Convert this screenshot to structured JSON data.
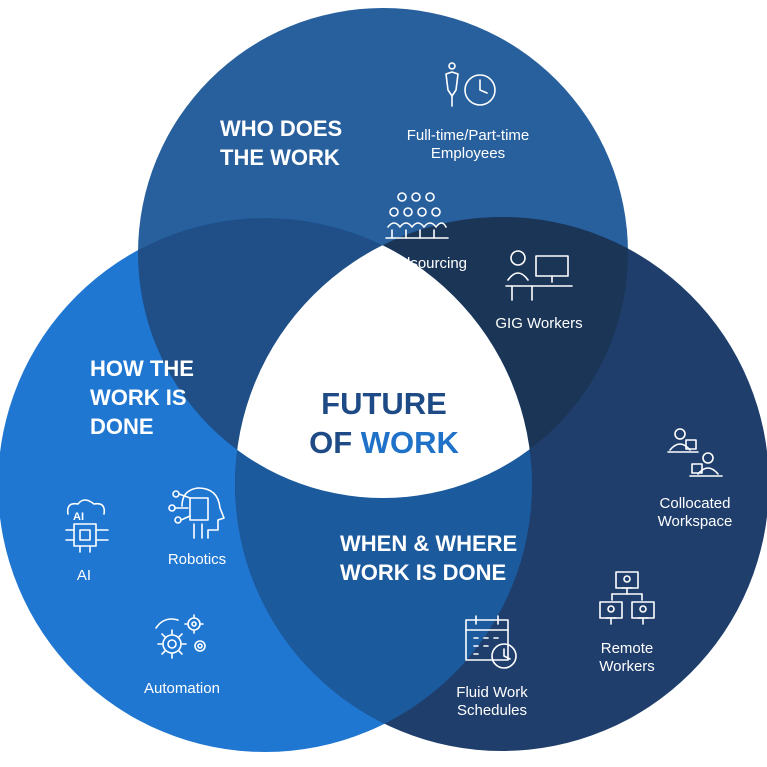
{
  "colors": {
    "top_circle": "#28609e",
    "left_circle": "#1f77d2",
    "bottom_circle": "#1f3e6c",
    "overlap_top_left": "#1f4f86",
    "overlap_top_bottom": "#1b3557",
    "overlap_left_bottom": "#1b5a9c",
    "center_text_dark": "#1e4b85",
    "center_text_accent": "#1f72c8"
  },
  "center": {
    "line1": "FUTURE",
    "line2_a": "OF",
    "line2_b": "WORK"
  },
  "top": {
    "heading_line1": "WHO DOES",
    "heading_line2": "THE WORK",
    "items": [
      {
        "label_line1": "Full-time/Part-time",
        "label_line2": "Employees",
        "icon": "person-clock-icon"
      },
      {
        "label_line1": "Crowdsourcing",
        "icon": "crowd-icon"
      },
      {
        "label_line1": "GIG Workers",
        "icon": "desk-worker-icon"
      }
    ]
  },
  "left": {
    "heading_line1": "HOW THE",
    "heading_line2": "WORK IS",
    "heading_line3": "DONE",
    "items": [
      {
        "label_line1": "AI",
        "icon": "ai-chip-icon"
      },
      {
        "label_line1": "Robotics",
        "icon": "robot-head-icon"
      },
      {
        "label_line1": "Automation",
        "icon": "gears-icon"
      }
    ]
  },
  "bottom": {
    "heading_line1": "WHEN & WHERE",
    "heading_line2": "WORK IS DONE",
    "items": [
      {
        "label_line1": "Collocated",
        "label_line2": "Workspace",
        "icon": "collocated-desks-icon"
      },
      {
        "label_line1": "Remote",
        "label_line2": "Workers",
        "icon": "remote-screens-icon"
      },
      {
        "label_line1": "Fluid Work",
        "label_line2": "Schedules",
        "icon": "calendar-clock-icon"
      }
    ]
  }
}
